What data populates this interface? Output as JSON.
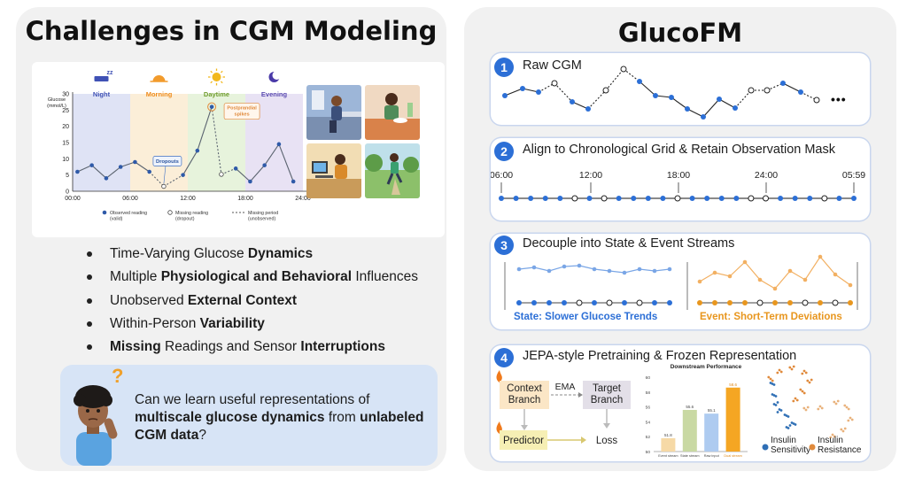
{
  "left": {
    "title": "Challenges in CGM Modeling",
    "chart": {
      "periods": [
        {
          "label": "Night",
          "color": "#dfe3f5",
          "icon": "sleeping-bed-icon",
          "label_color": "#3f51b5"
        },
        {
          "label": "Morning",
          "color": "#fbeed8",
          "icon": "sunrise-icon",
          "label_color": "#ef8c1c"
        },
        {
          "label": "Daytime",
          "color": "#e7f3dc",
          "icon": "sun-icon",
          "label_color": "#6f9c2c"
        },
        {
          "label": "Evening",
          "color": "#e8e2f4",
          "icon": "moon-icon",
          "label_color": "#5a4ab0"
        }
      ],
      "y_title": "Glucose\n(mmol/L)",
      "y_ticks": [
        "0",
        "5",
        "10",
        "15",
        "20",
        "25",
        "30"
      ],
      "x_ticks": [
        "00:00",
        "06:00",
        "12:00",
        "18:00",
        "24:00"
      ],
      "annotations": {
        "dropouts": "Dropouts",
        "spikes": "Postprandial\nspikes"
      },
      "legend": {
        "observed": "Observed reading\n(valid)",
        "missing": "Missing reading\n(dropout)",
        "period": "Missing period\n(unobserved)"
      },
      "accent": "#e08a3c",
      "line_color": "#5b6470",
      "observed_color": "#2f5aa8"
    },
    "chart_data": {
      "type": "line",
      "title": "",
      "xlabel": "",
      "ylabel": "Glucose (mmol/L)",
      "ylim": [
        0,
        30
      ],
      "xlim": [
        0,
        24
      ],
      "series": [
        {
          "name": "Observed reading (valid)",
          "x": [
            0.5,
            2,
            3.5,
            5,
            6.5,
            8,
            11.5,
            13,
            14.5,
            17,
            18.5,
            20,
            21.5,
            23
          ],
          "values": [
            6,
            8,
            4,
            7.5,
            9,
            6,
            5,
            12.5,
            26,
            7,
            3,
            8,
            14.5,
            3
          ],
          "states": [
            "obs",
            "obs",
            "obs",
            "obs",
            "obs",
            "obs",
            "obs",
            "obs",
            "obs",
            "obs",
            "obs",
            "obs",
            "obs",
            "obs"
          ]
        },
        {
          "name": "Missing reading (dropout)",
          "x": [
            9.5,
            15.5
          ],
          "values": [
            1.5,
            5.2
          ]
        }
      ],
      "missing_period": [
        [
          8,
          11.5
        ],
        [
          14.5,
          17
        ]
      ]
    },
    "photos": [
      "person-at-desk-photo",
      "person-eating-photo",
      "person-on-laptop-photo",
      "person-running-photo"
    ],
    "bullets": [
      [
        {
          "t": "Time-Varying Glucose ",
          "b": false
        },
        {
          "t": "Dynamics",
          "b": true
        }
      ],
      [
        {
          "t": "Multiple ",
          "b": false
        },
        {
          "t": "Physiological and Behavioral",
          "b": true
        },
        {
          "t": " Influences",
          "b": false
        }
      ],
      [
        {
          "t": "Unobserved ",
          "b": false
        },
        {
          "t": "External Context",
          "b": true
        }
      ],
      [
        {
          "t": "Within-Person ",
          "b": false
        },
        {
          "t": "Variability",
          "b": true
        }
      ],
      [
        {
          "t": "Missing",
          "b": true
        },
        {
          "t": " Readings and Sensor ",
          "b": false
        },
        {
          "t": "Interruptions",
          "b": true
        }
      ]
    ],
    "question": [
      [
        {
          "t": "Can we learn useful representations of",
          "b": false
        }
      ],
      [
        {
          "t": "multiscale glucose dynamics",
          "b": true
        },
        {
          "t": " from ",
          "b": false
        },
        {
          "t": "unlabeled",
          "b": true
        }
      ],
      [
        {
          "t": "CGM data",
          "b": true
        },
        {
          "t": "?",
          "b": false
        }
      ]
    ],
    "question_mark": "?"
  },
  "right": {
    "title": "GlucoFM",
    "steps": [
      {
        "num": "1",
        "title": "Raw CGM",
        "ellipsis": "•••"
      },
      {
        "num": "2",
        "title": "Align to Chronological Grid & Retain Observation Mask",
        "times": [
          "06:00",
          "12:00",
          "18:00",
          "24:00",
          "05:59"
        ]
      },
      {
        "num": "3",
        "title": "Decouple into State & Event Streams",
        "state_label": "State: Slower Glucose Trends",
        "event_label": "Event: Short-Term Deviations",
        "state_color": "#2c6fd6",
        "event_color": "#e8961e"
      },
      {
        "num": "4",
        "title": "JEPA-style Pretraining & Frozen Representation"
      }
    ],
    "jepa": {
      "context": "Context\nBranch",
      "target": "Target\nBranch",
      "ema": "EMA",
      "predictor": "Predictor",
      "loss": "Loss",
      "chart_title": "Downstream Performance",
      "bars": [
        {
          "label": "Event stream",
          "value": 51.8,
          "color": "#f6d9a6"
        },
        {
          "label": "State stream",
          "value": 55.6,
          "color": "#c9d9a3"
        },
        {
          "label": "Raw input",
          "value": 55.1,
          "color": "#aecbf0"
        },
        {
          "label": "Dual stream",
          "value": 58.6,
          "color": "#f5a623"
        }
      ],
      "bar_ylim": [
        50,
        60
      ],
      "bar_y_ticks": [
        "60",
        "58",
        "56",
        "54",
        "52",
        "50"
      ],
      "legend_sensitivity": "Insulin\nSensitivity",
      "legend_resistance": "Insulin\nResistance",
      "sensitivity_color": "#2f6fb5",
      "resistance_color": "#e08a3c"
    },
    "accent": "#2c6fd6"
  }
}
